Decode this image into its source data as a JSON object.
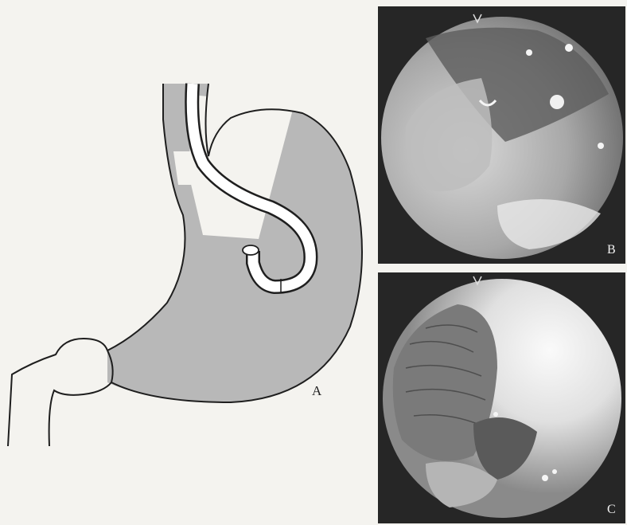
{
  "panels": {
    "a": {
      "label": "A"
    },
    "b": {
      "label": "B"
    },
    "c": {
      "label": "C"
    }
  },
  "colors": {
    "background": "#f4f3ef",
    "stomach_fill": "#b8b8b8",
    "outline": "#1e1e1e",
    "endoscope": "#ffffff",
    "photo_frame": "#262626"
  }
}
